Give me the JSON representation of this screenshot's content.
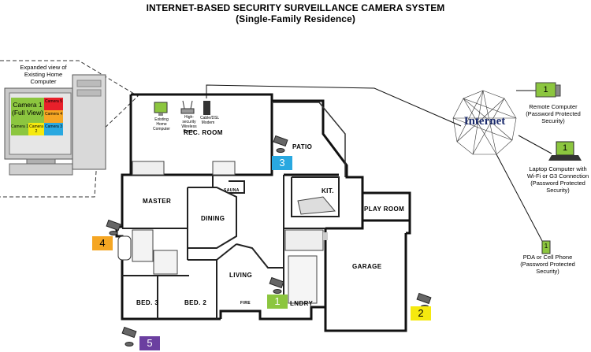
{
  "title": "INTERNET-BASED SECURITY SURVEILLANCE CAMERA SYSTEM",
  "subtitle": "(Single-Family Residence)",
  "computer": {
    "caption": "Expanded view of Existing Home Computer",
    "screen": {
      "main_label": "Camera 1 (Full View)",
      "tiles": [
        "Camera 5",
        "Camera 4",
        "Camera 1",
        "Camera 2",
        "Camera 3"
      ]
    }
  },
  "network": {
    "internet_label": "Internet",
    "remote_computer": "Remote Computer (Password Protected Security)",
    "laptop": "Laptop Computer with Wi-Fi or G3 Connection (Password Protected Security)",
    "pda": "PDA or Cell Phone (Password Protected Security)",
    "device_badge": "1"
  },
  "devices": {
    "home_computer": "Existing Home Computer",
    "router": "High-security Wireless Router",
    "modem": "Cable/DSL Modem"
  },
  "rooms": {
    "rec_room": "REC. ROOM",
    "patio": "PATIO",
    "master": "MASTER",
    "sauna": "SAUNA",
    "dining": "DINING",
    "kit": "KIT.",
    "play_room": "PLAY ROOM",
    "garage": "GARAGE",
    "living": "LIVING",
    "bed3": "BED. 3",
    "bed2": "BED. 2",
    "fire": "FIRE",
    "lndry": "LNDRY"
  },
  "cameras": [
    {
      "number": "1",
      "color": "#8cc63f"
    },
    {
      "number": "2",
      "color": "#f5e90f"
    },
    {
      "number": "3",
      "color": "#29a8e0"
    },
    {
      "number": "4",
      "color": "#f5a623"
    },
    {
      "number": "5",
      "color": "#6b3fa0"
    }
  ]
}
